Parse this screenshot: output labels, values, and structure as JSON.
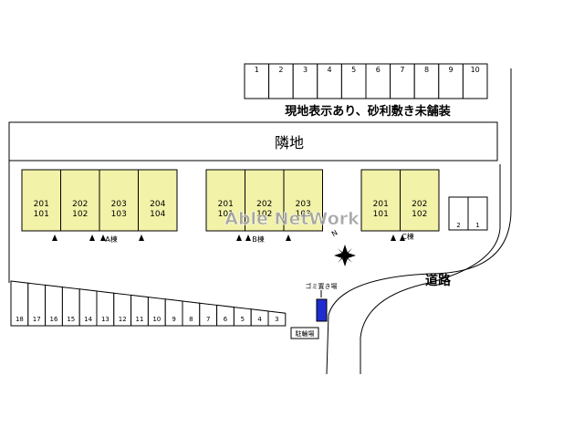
{
  "top_parking": {
    "numbers": [
      "1",
      "2",
      "3",
      "4",
      "5",
      "6",
      "7",
      "8",
      "9",
      "10"
    ],
    "note": "現地表示あり、砂利敷き未舗装"
  },
  "neighbor_label": "隣地",
  "buildings": [
    {
      "name": "A棟",
      "units": [
        [
          "201",
          "101"
        ],
        [
          "202",
          "102"
        ],
        [
          "203",
          "103"
        ],
        [
          "204",
          "104"
        ]
      ]
    },
    {
      "name": "B棟",
      "units": [
        [
          "201",
          "101"
        ],
        [
          "202",
          "102"
        ],
        [
          "203",
          "103"
        ]
      ]
    },
    {
      "name": "C棟",
      "units": [
        [
          "201",
          "101"
        ],
        [
          "202",
          "102"
        ]
      ]
    }
  ],
  "small_parking_numbers": [
    "2",
    "1"
  ],
  "bottom_parking_numbers": [
    "18",
    "17",
    "16",
    "15",
    "14",
    "13",
    "12",
    "11",
    "10",
    "9",
    "8",
    "7",
    "6",
    "5",
    "4",
    "3"
  ],
  "garbage_label": "ゴミ置き場",
  "bike_label": "駐輪場",
  "road_label": "道路",
  "compass_label": "N",
  "watermark": "Able NetWork",
  "colors": {
    "unit_fill": "#f2f2a8",
    "garbage_fill": "#1f2ccf",
    "watermark": "#9a9a9a"
  }
}
